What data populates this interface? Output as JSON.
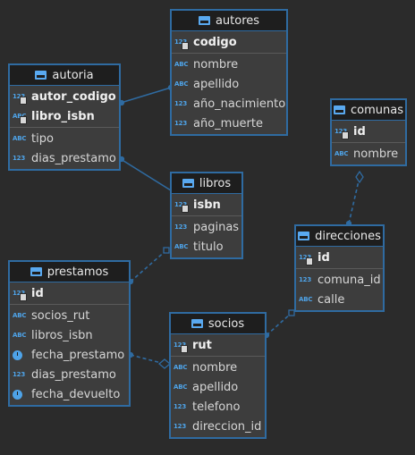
{
  "colors": {
    "background": "#2b2b2b",
    "table_border": "#2f6ba1",
    "header_bg": "#1e1e1e",
    "body_bg": "#3d3d3d",
    "icon": "#4ea3e8",
    "edge": "#2f6ba1"
  },
  "tables": {
    "autores": {
      "title": "autores",
      "keys": [
        {
          "icon": "123-key",
          "name": "codigo"
        }
      ],
      "columns": [
        {
          "icon": "ABC",
          "name": "nombre"
        },
        {
          "icon": "ABC",
          "name": "apellido"
        },
        {
          "icon": "123",
          "name": "año_nacimiento"
        },
        {
          "icon": "123",
          "name": "año_muerte"
        }
      ]
    },
    "autoria": {
      "title": "autoria",
      "keys": [
        {
          "icon": "123-key",
          "name": "autor_codigo"
        },
        {
          "icon": "ABC-key",
          "name": "libro_isbn"
        }
      ],
      "columns": [
        {
          "icon": "ABC",
          "name": "tipo"
        },
        {
          "icon": "123",
          "name": "dias_prestamo"
        }
      ]
    },
    "comunas": {
      "title": "comunas",
      "keys": [
        {
          "icon": "123-key",
          "name": "id"
        }
      ],
      "columns": [
        {
          "icon": "ABC",
          "name": "nombre"
        }
      ]
    },
    "libros": {
      "title": "libros",
      "keys": [
        {
          "icon": "123-key",
          "name": "isbn"
        }
      ],
      "columns": [
        {
          "icon": "123",
          "name": "paginas"
        },
        {
          "icon": "ABC",
          "name": "titulo"
        }
      ]
    },
    "direcciones": {
      "title": "direcciones",
      "keys": [
        {
          "icon": "123-key",
          "name": "id"
        }
      ],
      "columns": [
        {
          "icon": "123",
          "name": "comuna_id"
        },
        {
          "icon": "ABC",
          "name": "calle"
        }
      ]
    },
    "prestamos": {
      "title": "prestamos",
      "keys": [
        {
          "icon": "123-key",
          "name": "id"
        }
      ],
      "columns": [
        {
          "icon": "ABC",
          "name": "socios_rut"
        },
        {
          "icon": "ABC",
          "name": "libros_isbn"
        },
        {
          "icon": "clock",
          "name": "fecha_prestamo"
        },
        {
          "icon": "123",
          "name": "dias_prestamo"
        },
        {
          "icon": "clock",
          "name": "fecha_devuelto"
        }
      ]
    },
    "socios": {
      "title": "socios",
      "keys": [
        {
          "icon": "123-key",
          "name": "rut"
        }
      ],
      "columns": [
        {
          "icon": "ABC",
          "name": "nombre"
        },
        {
          "icon": "ABC",
          "name": "apellido"
        },
        {
          "icon": "123",
          "name": "telefono"
        },
        {
          "icon": "123",
          "name": "direccion_id"
        }
      ]
    }
  }
}
